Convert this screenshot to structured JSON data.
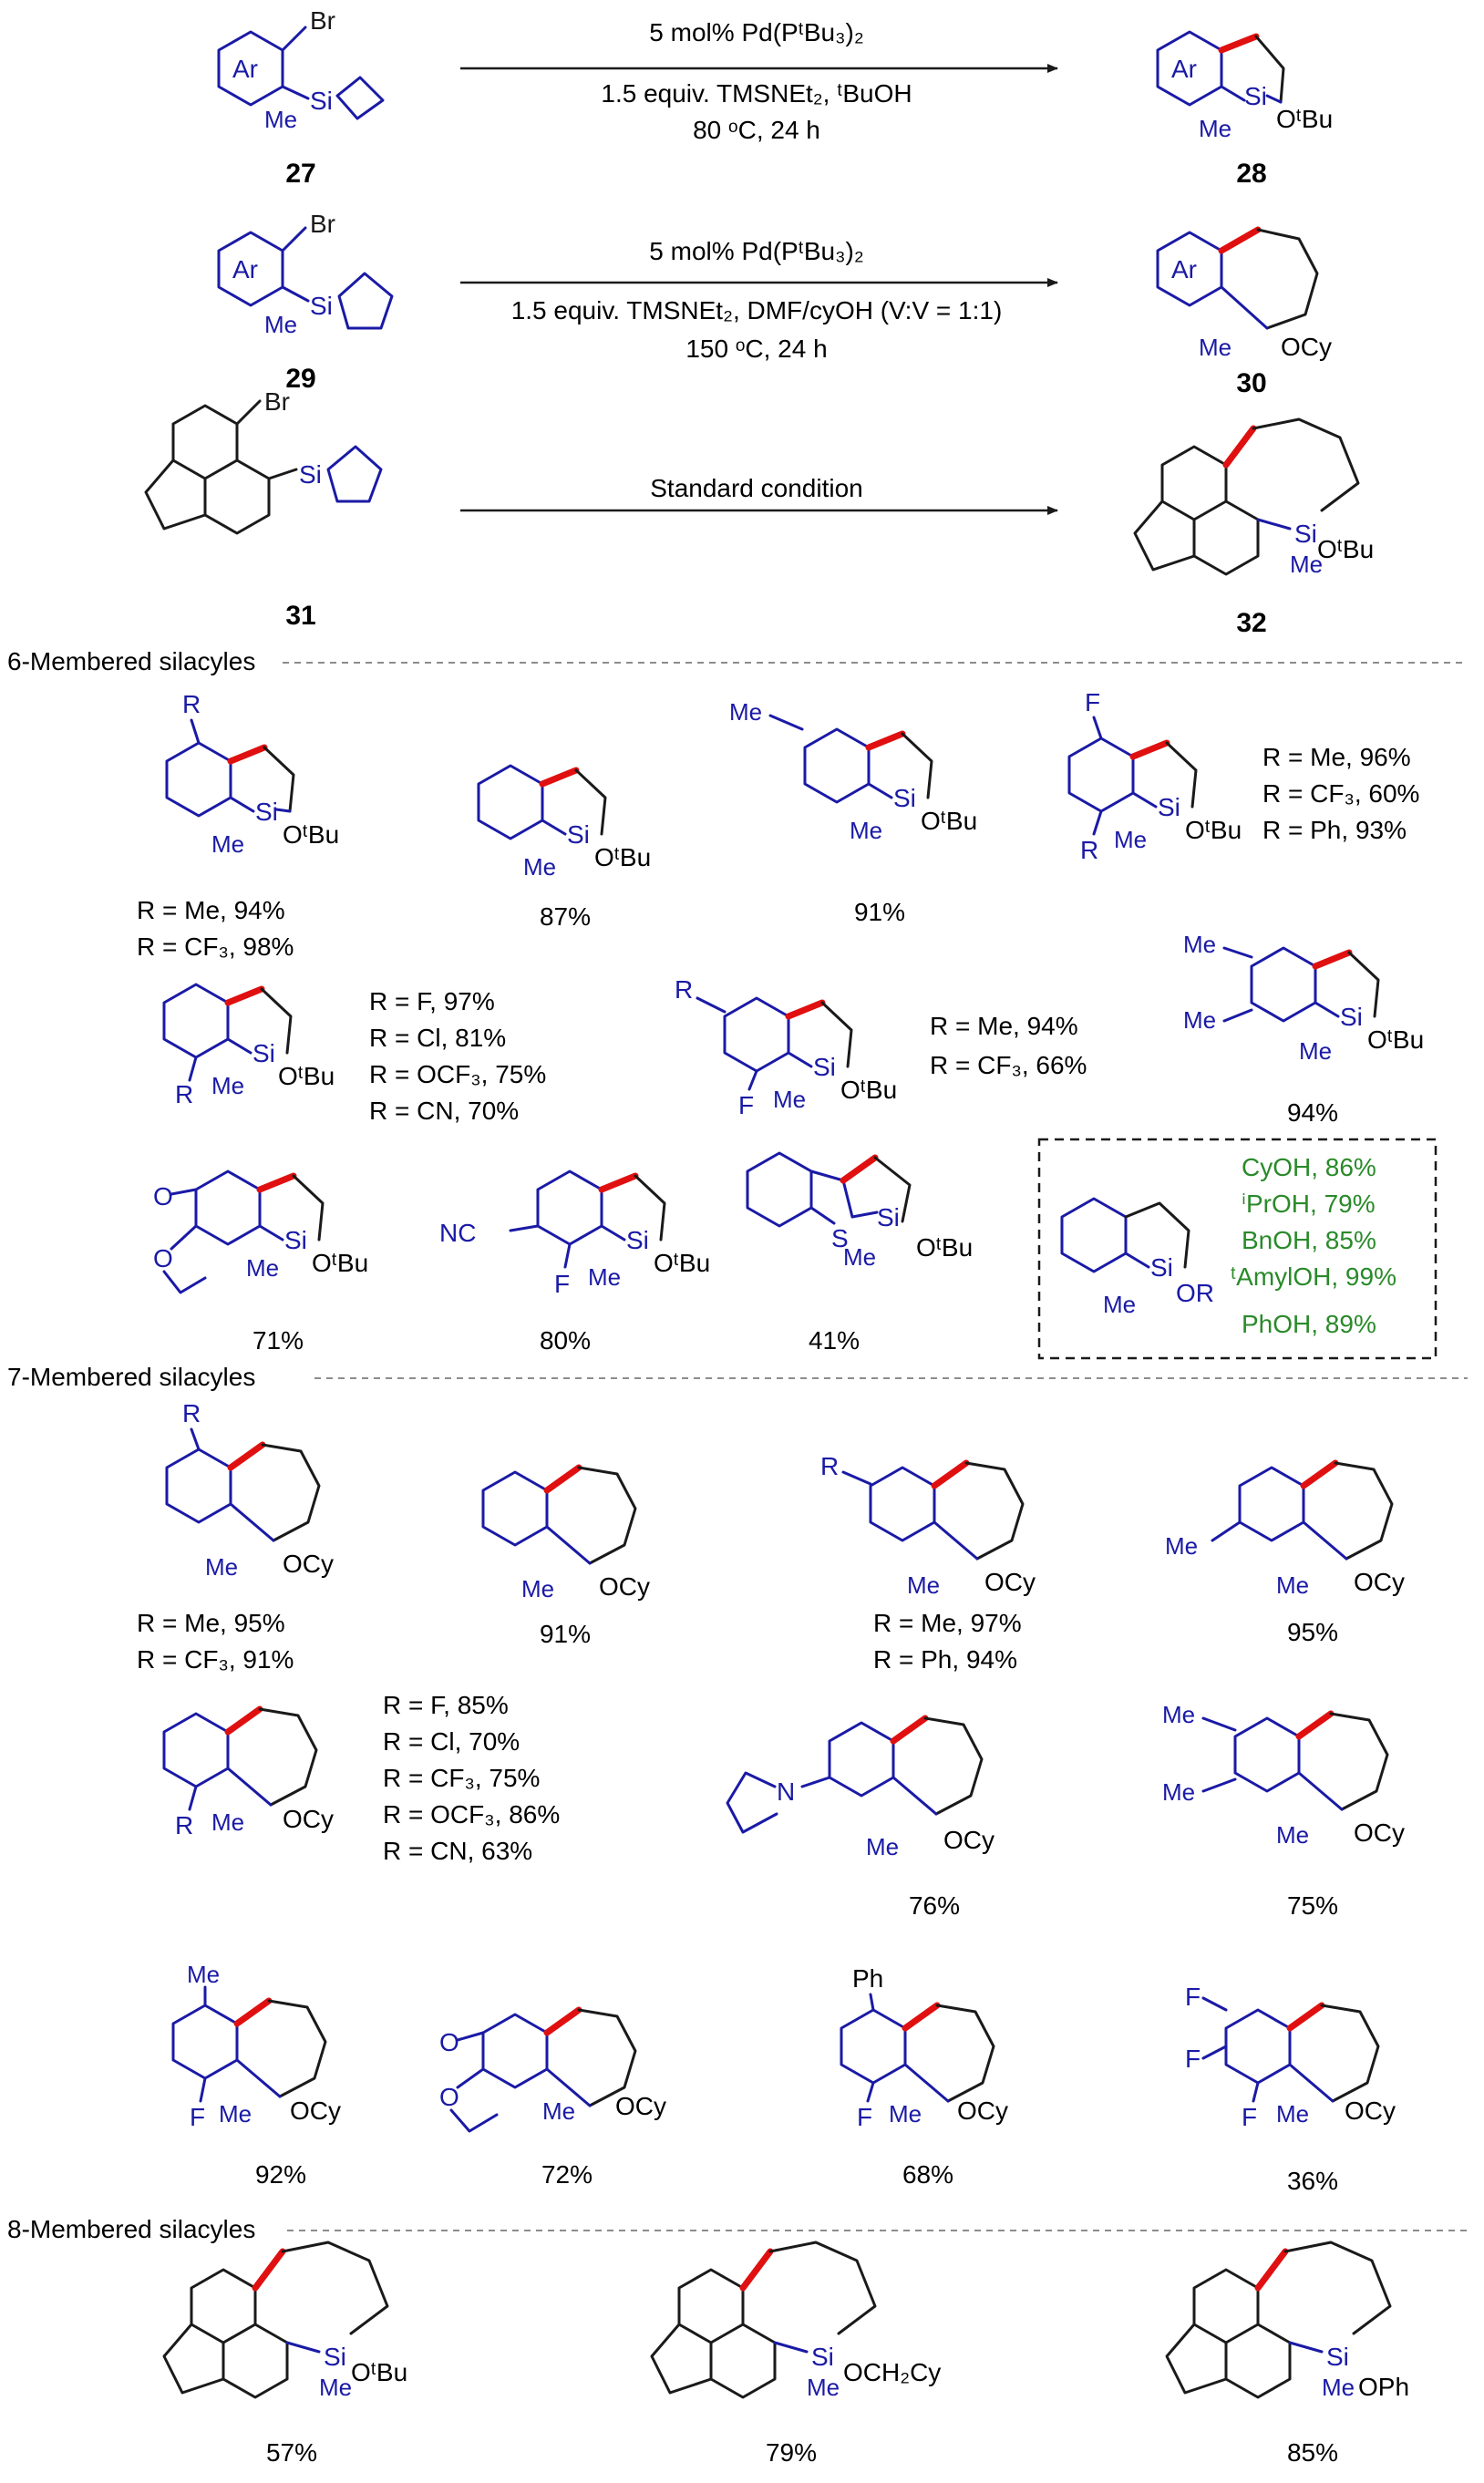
{
  "reactions": [
    {
      "reactant_id": "27",
      "product_id": "28",
      "conditions": [
        "5 mol% Pd(PᵗBu₃)₂",
        "1.5 equiv. TMSNEt₂, ᵗBuOH",
        "80 ᵒC, 24 h"
      ]
    },
    {
      "reactant_id": "29",
      "product_id": "30",
      "conditions": [
        "5 mol% Pd(PᵗBu₃)₂",
        "1.5 equiv. TMSNEt₂, DMF/cyOH (V:V = 1:1)",
        "150 ᵒC, 24 h"
      ]
    },
    {
      "reactant_id": "31",
      "product_id": "32",
      "conditions": [
        "Standard condition"
      ]
    }
  ],
  "sections": {
    "six": "6-Membered silacyles",
    "seven": "7-Membered silacyles",
    "eight": "8-Membered silacyles"
  },
  "atoms": {
    "ar": "Ar",
    "br": "Br",
    "si": "Si",
    "me": "Me",
    "otbu": "OᵗBu",
    "ocy": "OCy",
    "f": "F",
    "r": "R",
    "nc": "NC",
    "s": "S",
    "o": "O",
    "n": "N",
    "ph": "Ph",
    "or": "OR",
    "och2cy": "OCH₂Cy",
    "oph": "OPh"
  },
  "six": {
    "a_yields": [
      "R = Me, 94%",
      "R = CF₃, 98%"
    ],
    "b_yield": "87%",
    "c_yield": "91%",
    "d_yields": [
      "R = Me, 96%",
      "R = CF₃, 60%",
      "R = Ph, 93%"
    ],
    "e_yields": [
      "R = F, 97%",
      "R = Cl, 81%",
      "R = OCF₃, 75%",
      "R = CN, 70%"
    ],
    "f_yields": [
      "R = Me, 94%",
      "R = CF₃, 66%"
    ],
    "g_yield": "94%",
    "h_yield": "71%",
    "i_yield": "80%",
    "j_yield": "41%",
    "box_alcohols": [
      "CyOH, 86%",
      "ⁱPrOH, 79%",
      "BnOH, 85%",
      "ᵗAmylOH, 99%",
      "PhOH, 89%"
    ]
  },
  "seven": {
    "a_yields": [
      "R = Me, 95%",
      "R = CF₃, 91%"
    ],
    "b_yield": "91%",
    "c_yields": [
      "R = Me, 97%",
      "R = Ph, 94%"
    ],
    "d_yield": "95%",
    "e_yields": [
      "R = F, 85%",
      "R = Cl, 70%",
      "R = CF₃, 75%",
      "R = OCF₃, 86%",
      "R = CN, 63%"
    ],
    "f_yield": "76%",
    "g_yield": "75%",
    "h_yield": "92%",
    "i_yield": "72%",
    "j_yield": "68%",
    "k_yield": "36%"
  },
  "eight": {
    "yields": [
      "57%",
      "79%",
      "85%"
    ]
  }
}
